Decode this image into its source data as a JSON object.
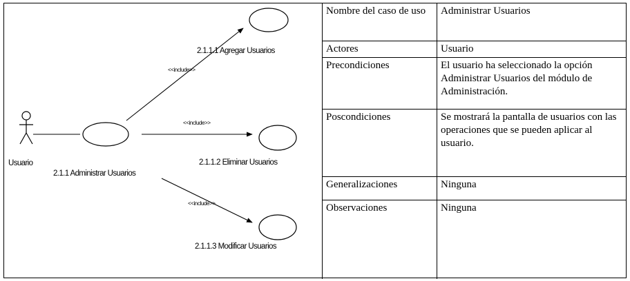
{
  "diagram": {
    "actor": "Usuario",
    "main_use_case": "2.1.1 Administrar Usuarios",
    "include_stereotype": "<<include>>",
    "use_cases": [
      "2.1.1.1 Agregar Usuarios",
      "2.1.1.2 Eliminar Usuarios",
      "2.1.1.3 Modificar Usuarios"
    ]
  },
  "spec": {
    "rows": [
      {
        "key": "Nombre del caso de uso",
        "value": "Administrar Usuarios"
      },
      {
        "key": "Actores",
        "value": "Usuario"
      },
      {
        "key": "Precondiciones",
        "value": "El usuario ha seleccionado la opción Administrar Usuarios del módulo de Administración."
      },
      {
        "key": "Poscondiciones",
        "value": "Se mostrará la pantalla de usuarios con las operaciones que se pueden aplicar al usuario."
      },
      {
        "key": "Generalizaciones",
        "value": "Ninguna"
      },
      {
        "key": "Observaciones",
        "value": "Ninguna"
      }
    ]
  }
}
